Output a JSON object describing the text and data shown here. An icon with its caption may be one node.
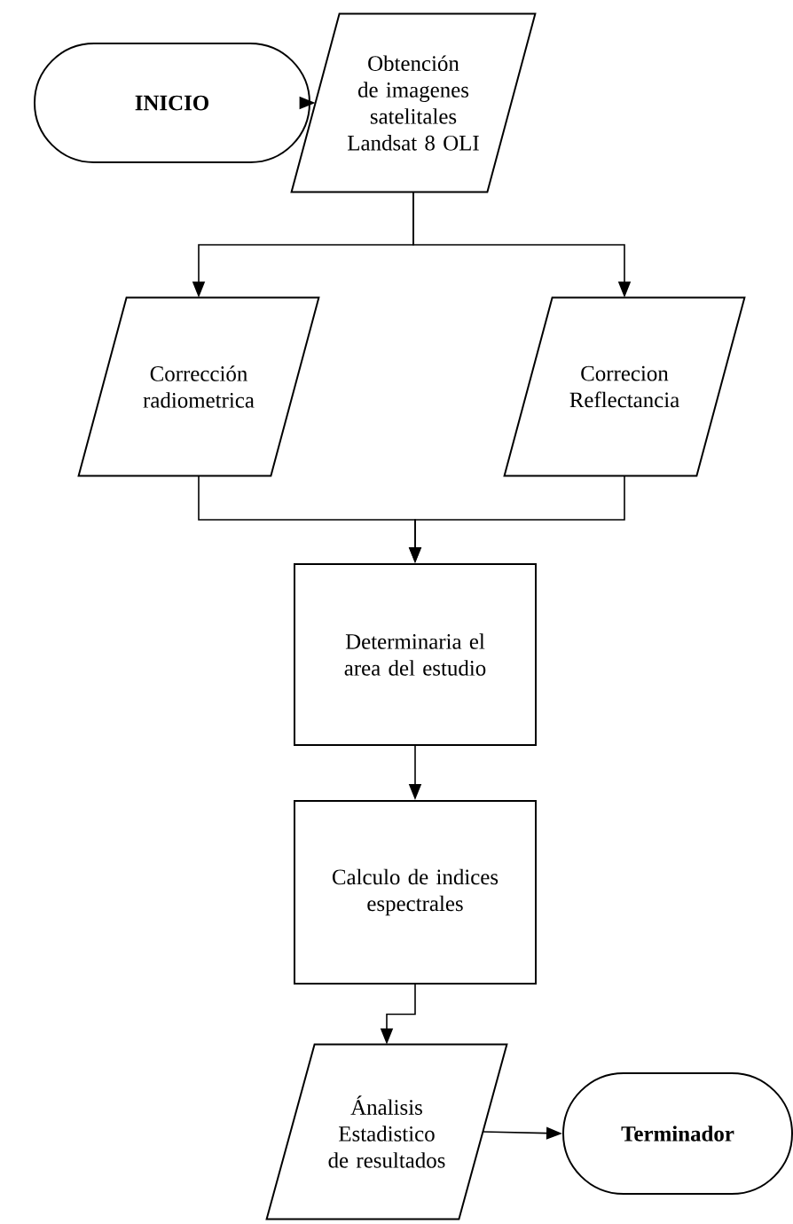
{
  "diagram": {
    "nodes": [
      {
        "text": [
          "INICIO"
        ]
      },
      {
        "text": [
          "Obtención de imagenes satelitales Landsat 8 OLI"
        ]
      },
      {
        "text": [
          "Corrección radiometrica"
        ]
      },
      {
        "text": [
          "Correcion Reflectancia"
        ]
      },
      {
        "text": [
          "Determinaria el area del estudio"
        ]
      },
      {
        "text": [
          "Calculo de indices espectrales"
        ]
      },
      {
        "text": [
          "Ánalisis Estadistico de resultados"
        ]
      },
      {
        "text": [
          "Terminador"
        ]
      }
    ],
    "edges": [
      {
        "from": 0,
        "to": 1,
        "arrow": "to"
      },
      {
        "from": 1,
        "to": 2,
        "arrow": "to"
      },
      {
        "from": 1,
        "to": 3,
        "arrow": "to"
      },
      {
        "from": 2,
        "to": 4,
        "arrow": "to"
      },
      {
        "from": 3,
        "to": 4,
        "arrow": "to"
      },
      {
        "from": 4,
        "to": 5,
        "arrow": "to"
      },
      {
        "from": 5,
        "to": 6,
        "arrow": "to"
      },
      {
        "from": 6,
        "to": 7,
        "arrow": "to"
      }
    ]
  }
}
